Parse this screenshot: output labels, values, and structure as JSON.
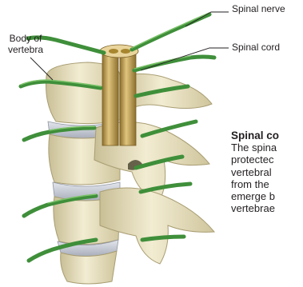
{
  "labels": {
    "spinal_nerve": "Spinal nerve",
    "spinal_cord": "Spinal cord",
    "body_of_vertebra": "Body of\nvertebra"
  },
  "info_box": {
    "title": "Spinal co",
    "body": "The spina\nprotectec\nvertebral\nfrom the\nemerge b\nvertebrae"
  },
  "colors": {
    "bone": "#e8e2c4",
    "bone_shadow": "#bfb58c",
    "disc": "#c9cdd6",
    "nerve": "#3f8f3a",
    "cord": "#c9a85c",
    "leader_line": "#231f20"
  }
}
